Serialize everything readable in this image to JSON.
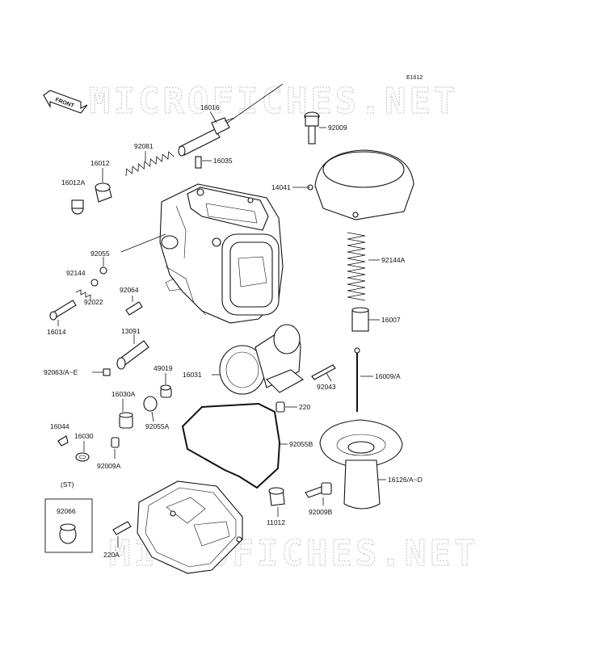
{
  "diagram": {
    "code": "E1612",
    "front_label": "FRONT",
    "watermark": "MICROFICHES.NET",
    "st_label": "(ST)",
    "labels": {
      "p16016": "16016",
      "p92009": "92009",
      "p92081": "92081",
      "p16012": "16012",
      "p16035": "16035",
      "p16012A": "16012A",
      "p14041": "14041",
      "p92055": "92055",
      "p92144": "92144",
      "p92144A": "92144A",
      "p92022": "92022",
      "p92064": "92064",
      "p16014": "16014",
      "p16007": "16007",
      "p13091": "13091",
      "p49019": "49019",
      "p16031": "16031",
      "p92063": "92063/A~E",
      "p92043": "92043",
      "p16009": "16009/A",
      "p16030A": "16030A",
      "p220": "220",
      "p92055A": "92055A",
      "p16044": "16044",
      "p16030": "16030",
      "p92055B": "92055B",
      "p92009A": "92009A",
      "p16126": "16126/A~D",
      "p92066": "92066",
      "p11012": "11012",
      "p92009B": "92009B",
      "p220A": "220A"
    }
  }
}
